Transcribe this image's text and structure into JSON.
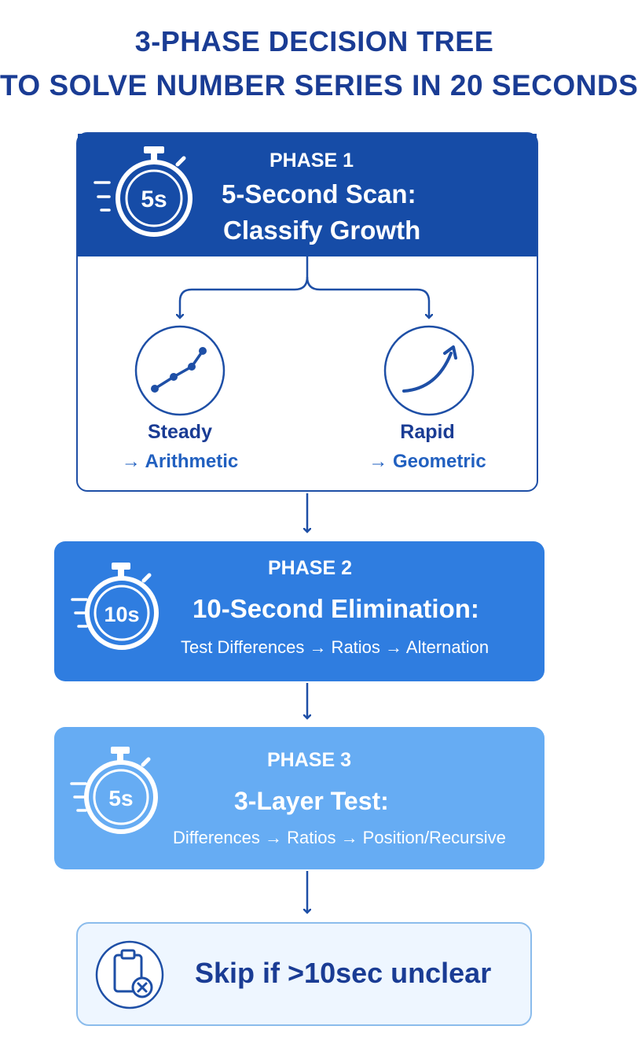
{
  "title": {
    "line1": "3-PHASE DECISION TREE",
    "line2": "TO SOLVE NUMBER SERIES IN 20 SECONDS"
  },
  "phase1": {
    "label": "PHASE 1",
    "timer": "5s",
    "title_line1": "5-Second Scan:",
    "title_line2": "Classify Growth",
    "branches": [
      {
        "name": "Steady",
        "kind": "→ Arithmetic",
        "icon": "line-chart-icon"
      },
      {
        "name": "Rapid",
        "kind": "→ Geometric",
        "icon": "curve-up-icon"
      }
    ]
  },
  "phase2": {
    "label": "PHASE 2",
    "timer": "10s",
    "title": "10-Second Elimination:",
    "subtitle": "Test Differences → Ratios → Alternation"
  },
  "phase3": {
    "label": "PHASE 3",
    "timer": "5s",
    "title": "3-Layer Test:",
    "subtitle": "Differences → Ratios → Position/Recursive"
  },
  "skip": {
    "text": "Skip if >10sec unclear",
    "icon": "clipboard-x-icon"
  },
  "colors": {
    "navy": "#1a3c94",
    "phase1": "#164ca7",
    "phase2": "#2f7de0",
    "phase3": "#66acf3",
    "skip_bg": "#eef6ff"
  }
}
